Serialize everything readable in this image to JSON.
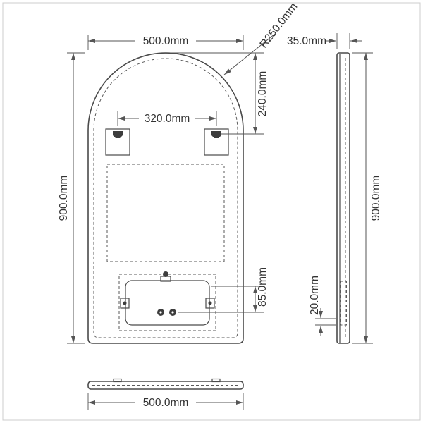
{
  "drawing": {
    "type": "technical-dimension-drawing",
    "subject": "arched-mirror",
    "line_color": "#4a4a4a",
    "dim_color": "#555555",
    "text_color": "#333333",
    "background": "#ffffff"
  },
  "views": {
    "front": {
      "width": "500.0mm",
      "height": "900.0mm",
      "arch_radius": "R250.0mm",
      "arch_drop": "240.0mm",
      "bracket_spacing": "320.0mm",
      "driver_box_height": "85.0mm"
    },
    "side": {
      "depth": "35.0mm",
      "height": "900.0mm",
      "bottom_offset": "20.0mm"
    },
    "bottom": {
      "width": "500.0mm"
    }
  }
}
